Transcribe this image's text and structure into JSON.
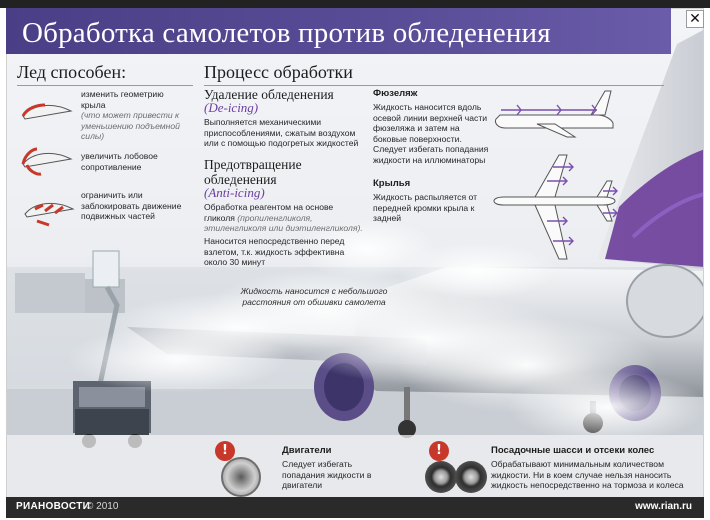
{
  "title": "Обработка самолетов против обледенения",
  "ice_section": {
    "heading": "Лед способен:",
    "items": [
      {
        "text": "изменить геометрию крыла",
        "note": "(что может привести к уменьшению подъемной силы)",
        "icon": "wing-profile-icon"
      },
      {
        "text": "увеличить лобовое сопротивление",
        "icon": "wing-drag-icon"
      },
      {
        "text": "ограничить или заблокировать движение подвижных частей",
        "icon": "wing-flaps-icon"
      }
    ]
  },
  "process": {
    "heading": "Процесс обработки",
    "deicing": {
      "title": "Удаление обледенения",
      "term": "(De-icing)",
      "text": "Выполняется механическими приспособлениями, сжатым воздухом или с помощью подогретых жидкостей"
    },
    "antiicing": {
      "title": "Предотвращение обледенения",
      "term": "(Anti-icing)",
      "text1": "Обработка реагентом на основе гликоля",
      "text1_note": "(пропиленгликоля, этиленгликоля или диэтиленгликоля).",
      "text2": "Наносится непосредственно перед взлетом, т.к. жидкость эффективна около 30 минут"
    },
    "fuselage": {
      "title": "Фюзеляж",
      "text": "Жидкость наносится вдоль осевой линии верхней части фюзеляжа и затем на боковые поверхности. Следует избегать попадания жидкости на иллюминаторы"
    },
    "wings": {
      "title": "Крылья",
      "text": "Жидкость распыляется от передней кромки крыла к задней"
    }
  },
  "spray_note": "Жидкость наносится с небольшого расстояния от обшивки самолета",
  "engines": {
    "title": "Двигатели",
    "text": "Следует избегать попадания жидкости в двигатели"
  },
  "gear": {
    "title": "Посадочные шасси и отсеки колес",
    "text": "Обрабатывают минимальным количеством жидкости. Ни в коем случае нельзя наносить жидкость непосредственно на тормоза и колеса"
  },
  "footer": {
    "logo": "РИАНОВОСТИ",
    "copyright": "© 2010",
    "url": "www.rian.ru"
  },
  "colors": {
    "title_bar": "#4f4490",
    "accent_purple": "#6a3e9e",
    "warning_red": "#c8382a"
  }
}
